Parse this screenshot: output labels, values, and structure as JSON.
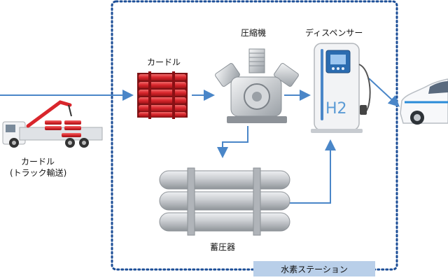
{
  "labels": {
    "curdle_top": "カードル",
    "compressor": "圧縮機",
    "dispenser": "ディスペンサー",
    "curdle_truck": "カードル",
    "truck_transport": "(トラック輸送)",
    "accumulator": "蓄圧器",
    "dispenser_symbol": "H2"
  },
  "station": {
    "label": "水素ステーション"
  },
  "colors": {
    "arrow": "#4a86c8",
    "frame": "#1c4e97",
    "station_badge": "#b9cfe9",
    "curdle_red": "#d9262c",
    "tank_gray": "#c5c8cc",
    "dispenser_body": "#f2f3f5",
    "dispenser_screen": "#2b6cb0"
  },
  "icons": [
    "truck-icon",
    "curdle-icon",
    "compressor-icon",
    "dispenser-icon",
    "accumulator-icon",
    "car-icon"
  ]
}
